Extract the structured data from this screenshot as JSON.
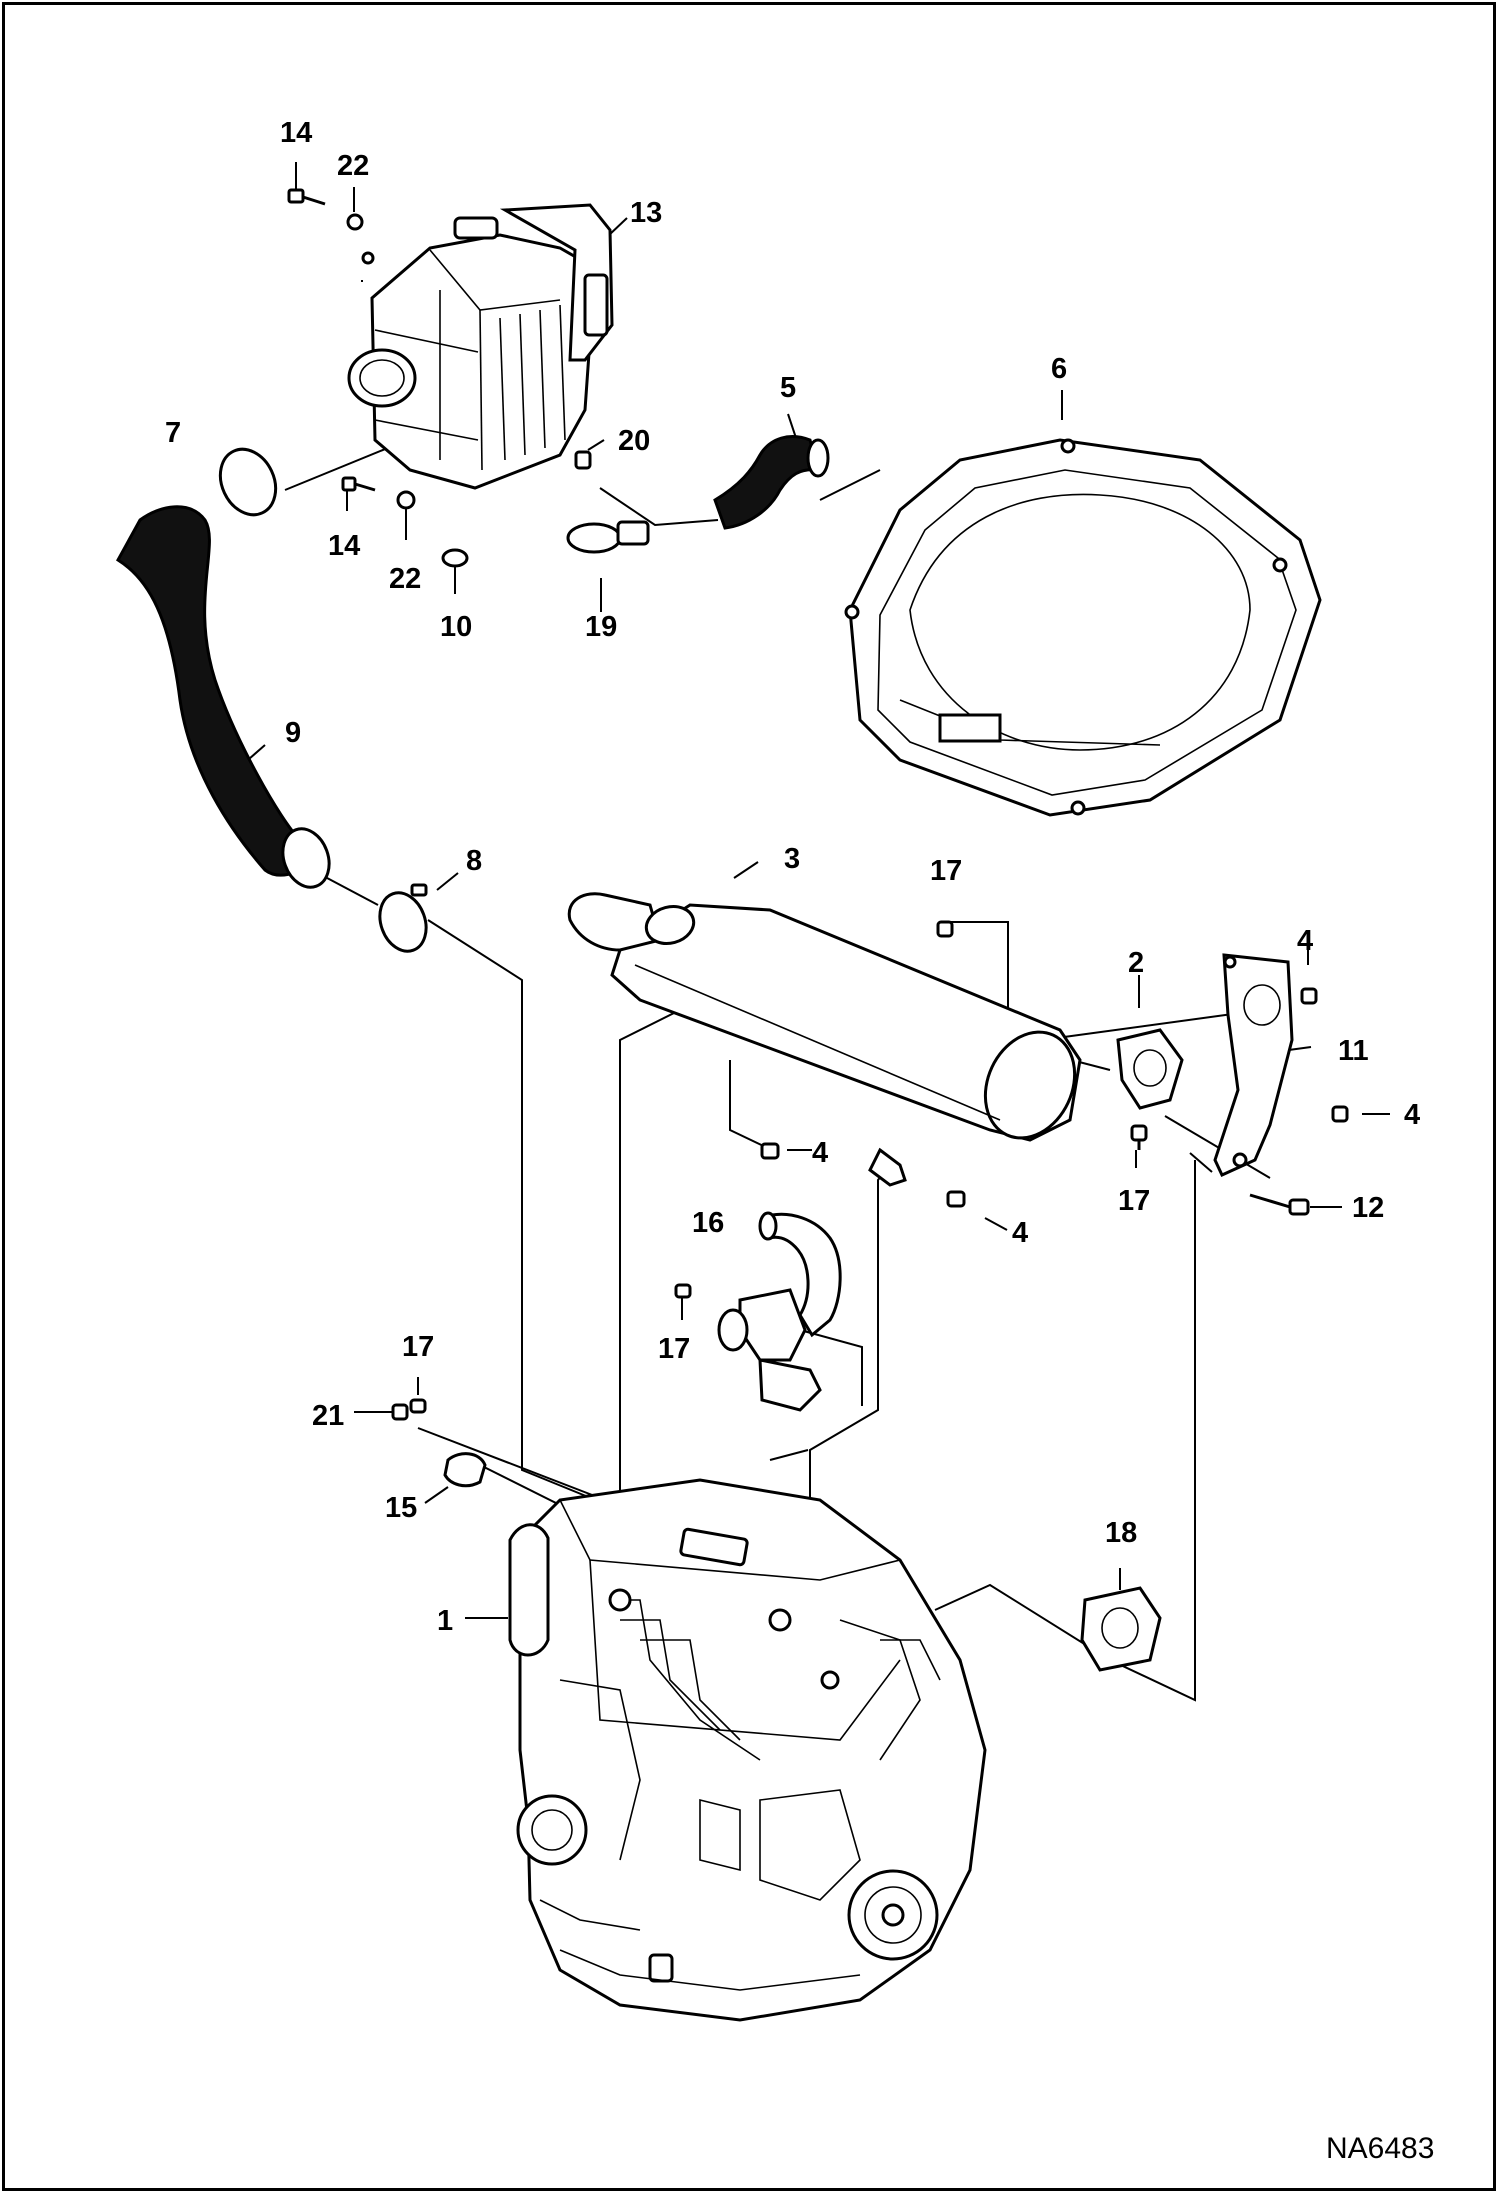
{
  "figure": {
    "drawing_code": "NA6483",
    "callouts": [
      "14",
      "22",
      "13",
      "7",
      "20",
      "5",
      "6",
      "14",
      "22",
      "10",
      "19",
      "9",
      "8",
      "3",
      "17",
      "4",
      "2",
      "11",
      "4",
      "4",
      "17",
      "12",
      "4",
      "16",
      "17",
      "17",
      "21",
      "15",
      "18",
      "1"
    ]
  },
  "colors": {
    "line": "#000000",
    "background": "#ffffff",
    "hose_fill": "#111111"
  }
}
